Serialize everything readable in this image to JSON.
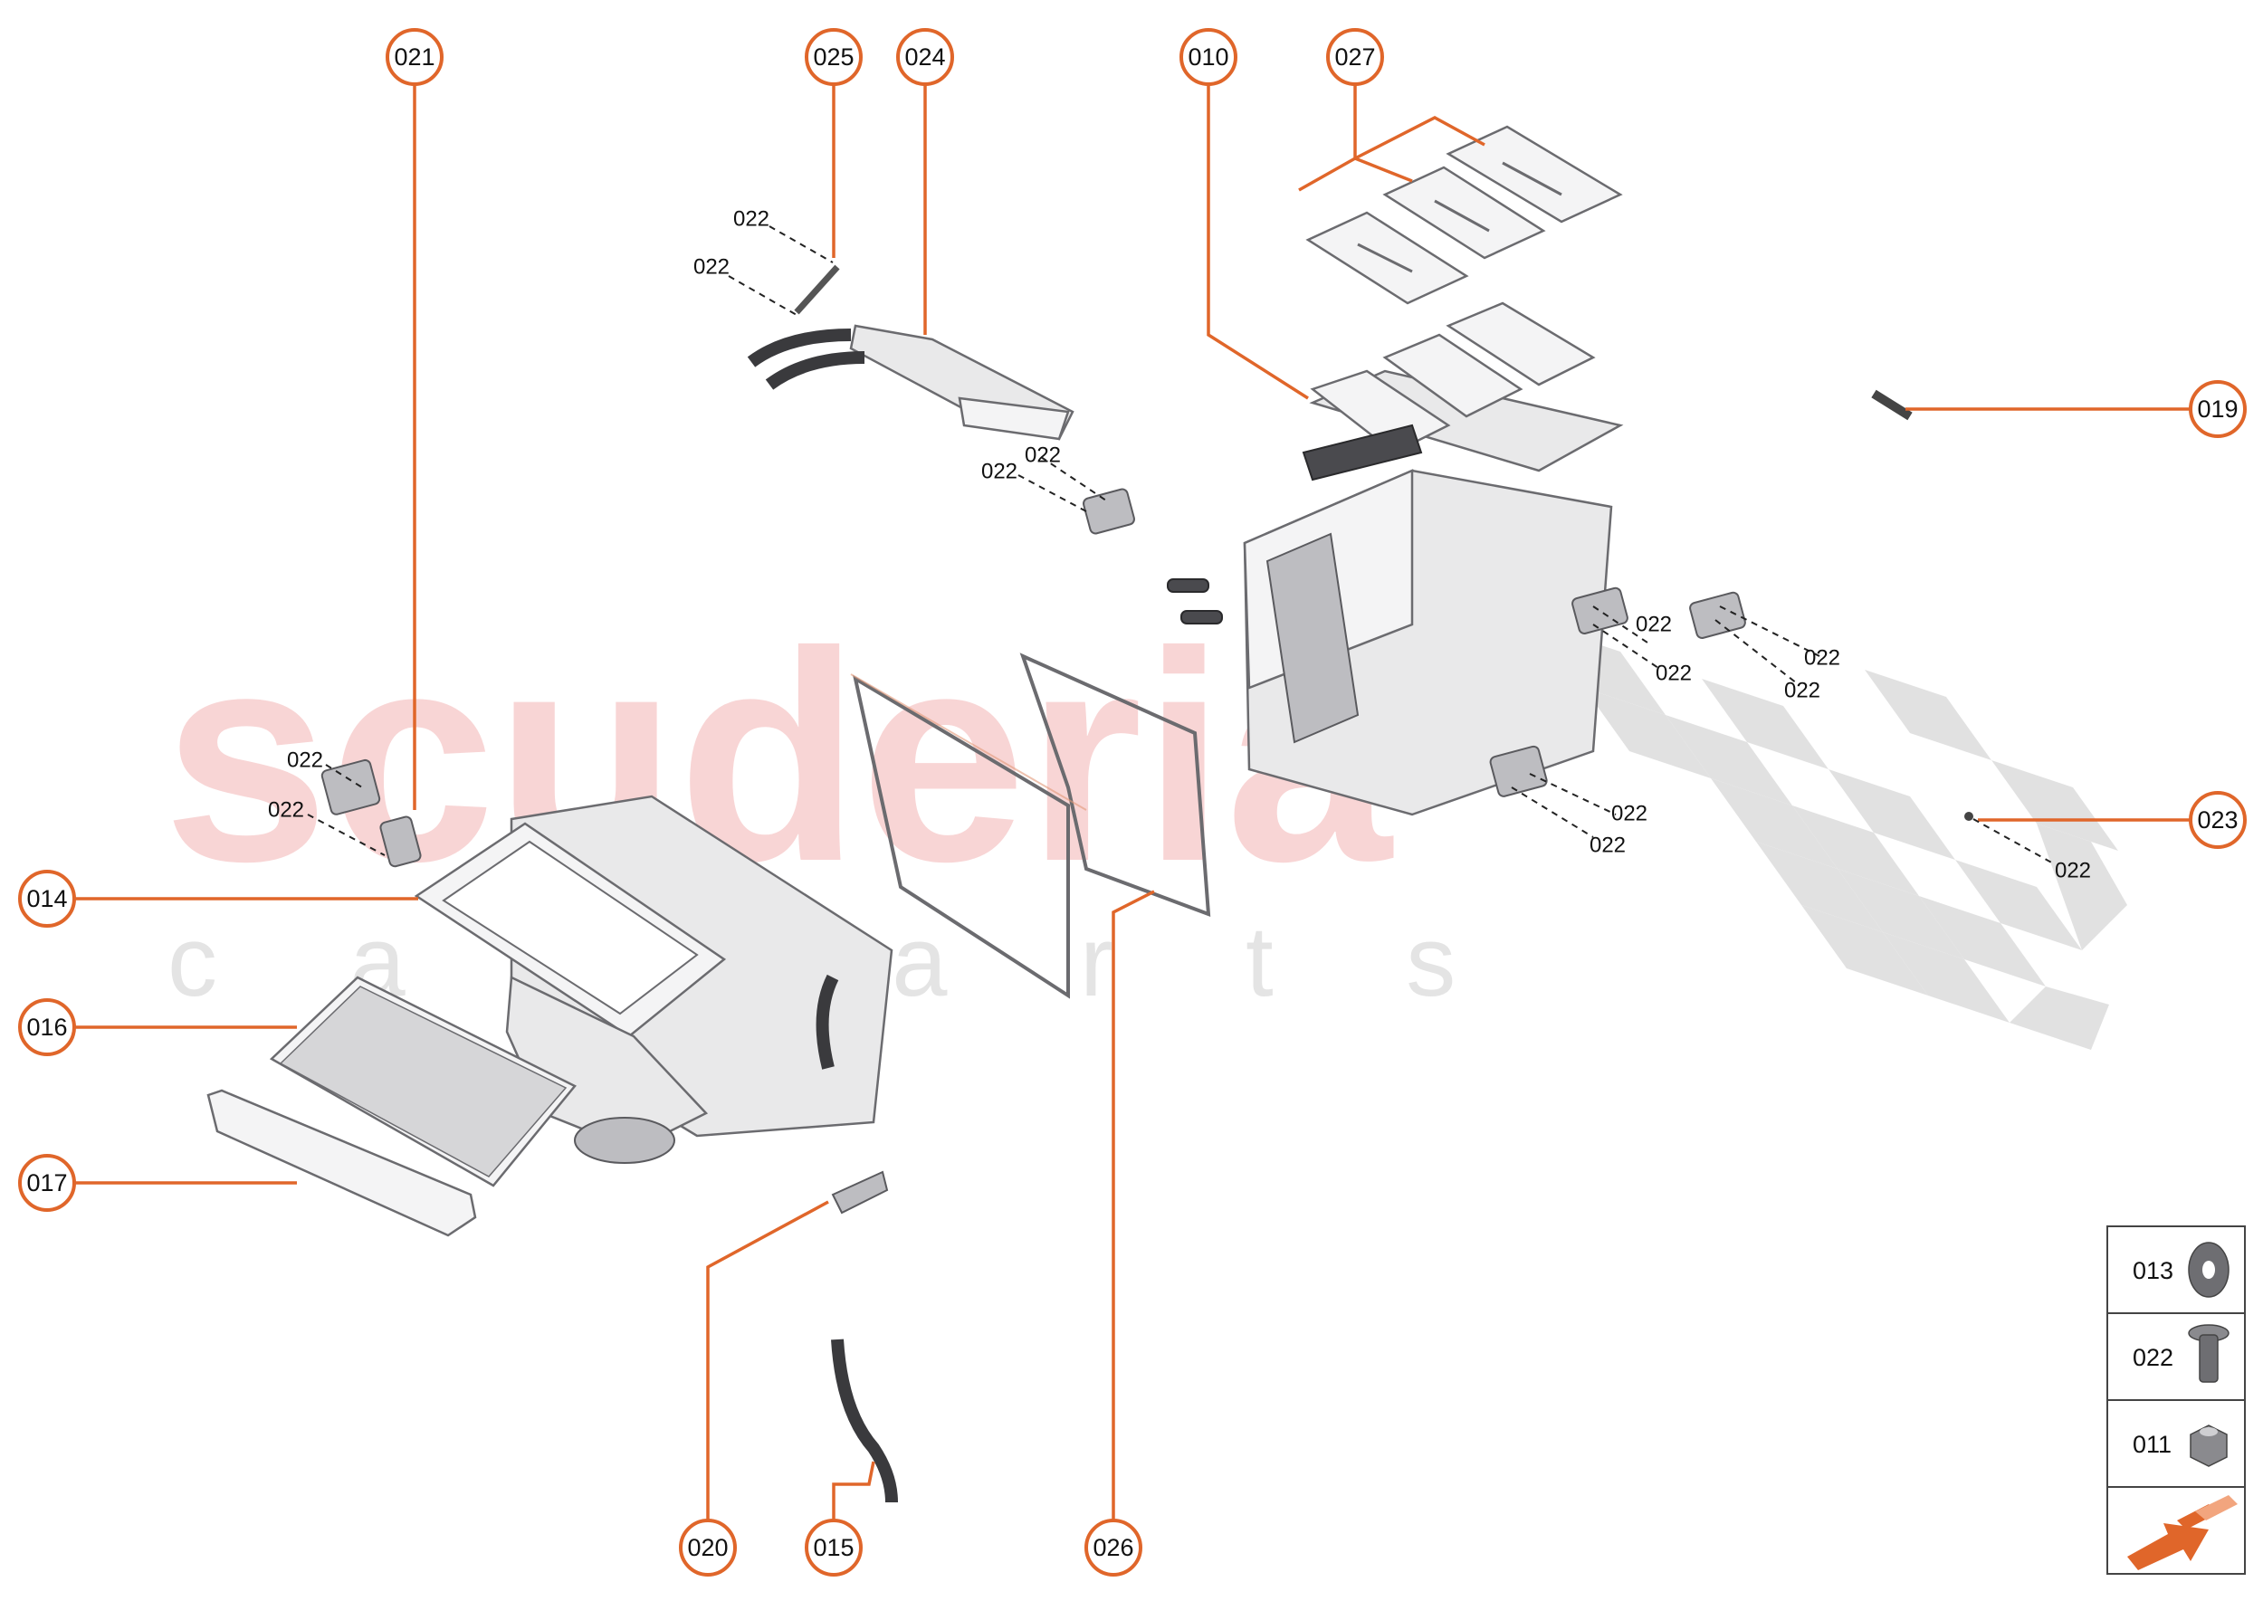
{
  "watermark": {
    "brand": "scuderia",
    "subtitle": "c a r p a r t s"
  },
  "callouts": [
    {
      "id": "c021",
      "label": "021"
    },
    {
      "id": "c025",
      "label": "025"
    },
    {
      "id": "c024",
      "label": "024"
    },
    {
      "id": "c010",
      "label": "010"
    },
    {
      "id": "c027",
      "label": "027"
    },
    {
      "id": "c019",
      "label": "019"
    },
    {
      "id": "c023",
      "label": "023"
    },
    {
      "id": "c014",
      "label": "014"
    },
    {
      "id": "c016",
      "label": "016"
    },
    {
      "id": "c017",
      "label": "017"
    },
    {
      "id": "c020",
      "label": "020"
    },
    {
      "id": "c015",
      "label": "015"
    },
    {
      "id": "c026",
      "label": "026"
    }
  ],
  "screw_label": "022",
  "legend": [
    {
      "label": "013",
      "icon": "washer-icon"
    },
    {
      "label": "022",
      "icon": "screw-icon"
    },
    {
      "label": "011",
      "icon": "nut-icon"
    }
  ],
  "colors": {
    "accent": "#e0662a",
    "watermark": "#f6c7c7",
    "checker": "#d9d9d9"
  }
}
